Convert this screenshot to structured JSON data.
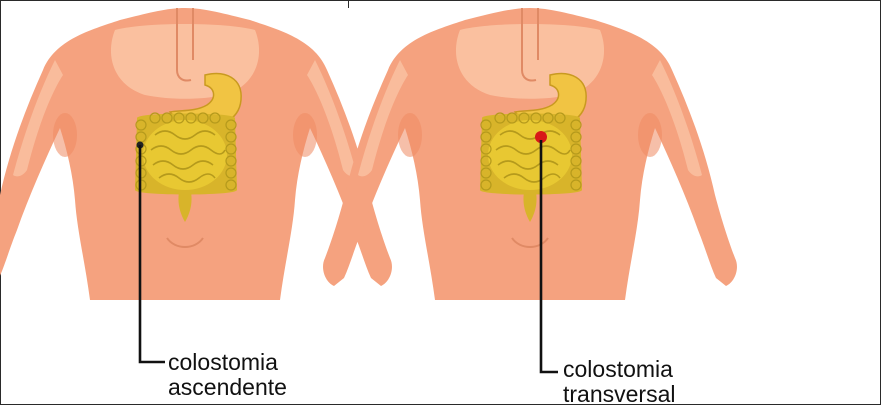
{
  "figures": [
    {
      "id": "left",
      "label_lines": [
        "colostomia",
        "ascendente"
      ]
    },
    {
      "id": "right",
      "label_lines": [
        "colostomia",
        "transversal"
      ]
    }
  ],
  "colors": {
    "skin": "#f5a27f",
    "skin_light": "#fbc8a8",
    "skin_shadow": "#ee8a63",
    "intestine": "#e8c832",
    "intestine_dark": "#b59a1c",
    "stomach": "#f1c443",
    "stoma_marker": "#d81818",
    "pointer_line": "#111111"
  }
}
